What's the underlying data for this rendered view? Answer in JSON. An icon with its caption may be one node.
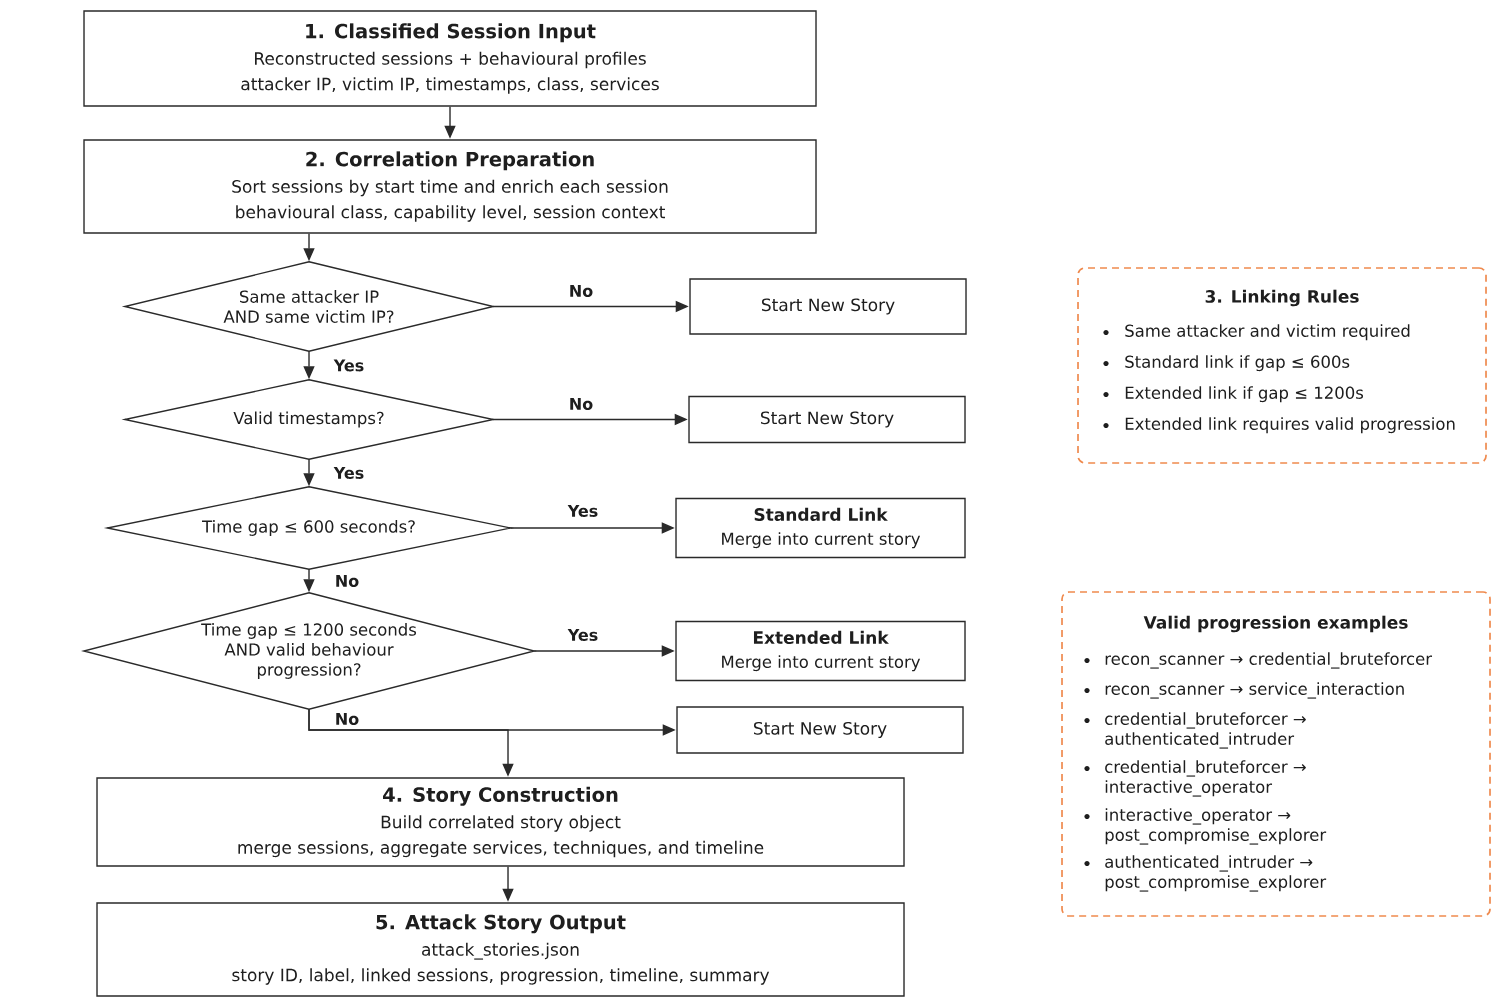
{
  "diagram": {
    "nodes": [
      {
        "text": [
          "1. Classified Session Input",
          "Reconstructed sessions + behavioural profiles",
          "attacker IP, victim IP, timestamps, class, services"
        ]
      },
      {
        "text": [
          "2. Correlation Preparation",
          "Sort sessions by start time and enrich each session",
          "behavioural class, capability level, session context"
        ]
      },
      {
        "text": [
          "Same attacker IP AND same victim IP?"
        ]
      },
      {
        "text": [
          "Start New Story"
        ]
      },
      {
        "text": [
          "Valid timestamps?"
        ]
      },
      {
        "text": [
          "Start New Story"
        ]
      },
      {
        "text": [
          "Time gap ≤ 600 seconds?"
        ]
      },
      {
        "text": [
          "Standard Link",
          "Merge into current story"
        ]
      },
      {
        "text": [
          "Time gap ≤ 1200 seconds AND valid behaviour progression?"
        ]
      },
      {
        "text": [
          "Extended Link",
          "Merge into current story"
        ]
      },
      {
        "text": [
          "Start New Story"
        ]
      },
      {
        "text": [
          "4. Story Construction",
          "Build correlated story object",
          "merge sessions, aggregate services, techniques, and timeline"
        ]
      },
      {
        "text": [
          "5. Attack Story Output",
          "attack_stories.json",
          "story ID, label, linked sessions, progression, timeline, summary"
        ]
      },
      {
        "text": [
          "3. Linking Rules",
          "Same attacker and victim required",
          "Standard link if gap ≤ 600s",
          "Extended link if gap ≤ 1200s",
          "Extended link requires valid progression"
        ]
      },
      {
        "text": [
          "Valid progression examples",
          "recon_scanner → credential_bruteforcer",
          "recon_scanner → service_interaction",
          "credential_bruteforcer → authenticated_intruder",
          "credential_bruteforcer → interactive_operator",
          "interactive_operator → post_compromise_explorer",
          "authenticated_intruder → post_compromise_explorer"
        ]
      }
    ],
    "edges": [
      {
        "from": 0,
        "to": 1,
        "arrow": "to"
      },
      {
        "from": 1,
        "to": 2,
        "arrow": "to"
      },
      {
        "from": 2,
        "to": 3,
        "arrow": "to",
        "label": "No"
      },
      {
        "from": 2,
        "to": 4,
        "arrow": "to",
        "label": "Yes"
      },
      {
        "from": 4,
        "to": 5,
        "arrow": "to",
        "label": "No"
      },
      {
        "from": 4,
        "to": 6,
        "arrow": "to",
        "label": "Yes"
      },
      {
        "from": 6,
        "to": 7,
        "arrow": "to",
        "label": "Yes"
      },
      {
        "from": 6,
        "to": 8,
        "arrow": "to",
        "label": "No"
      },
      {
        "from": 8,
        "to": 9,
        "arrow": "to",
        "label": "Yes"
      },
      {
        "from": 8,
        "to": 10,
        "arrow": "to",
        "label": "No"
      },
      {
        "from": 8,
        "to": 11,
        "arrow": "to"
      },
      {
        "from": 11,
        "to": 12,
        "arrow": "to"
      }
    ]
  }
}
